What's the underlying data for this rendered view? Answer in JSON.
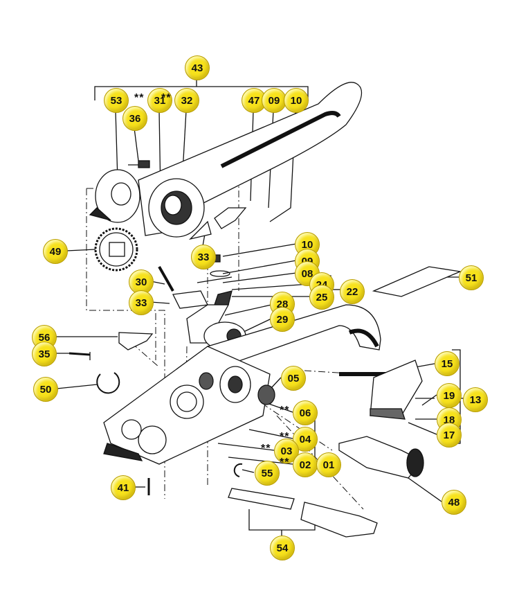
{
  "callouts": [
    {
      "label": "43",
      "starred": false
    },
    {
      "label": "53",
      "starred": false
    },
    {
      "label": "31",
      "starred": true
    },
    {
      "label": "32",
      "starred": true
    },
    {
      "label": "47",
      "starred": false
    },
    {
      "label": "09",
      "starred": false
    },
    {
      "label": "10",
      "starred": false
    },
    {
      "label": "36",
      "starred": false
    },
    {
      "label": "49",
      "starred": false
    },
    {
      "label": "33",
      "starred": false
    },
    {
      "label": "10",
      "starred": false
    },
    {
      "label": "09",
      "starred": false
    },
    {
      "label": "08",
      "starred": false
    },
    {
      "label": "30",
      "starred": false
    },
    {
      "label": "24",
      "starred": false
    },
    {
      "label": "22",
      "starred": false
    },
    {
      "label": "33",
      "starred": false
    },
    {
      "label": "25",
      "starred": false
    },
    {
      "label": "51",
      "starred": false
    },
    {
      "label": "28",
      "starred": false
    },
    {
      "label": "29",
      "starred": false
    },
    {
      "label": "56",
      "starred": false
    },
    {
      "label": "35",
      "starred": false
    },
    {
      "label": "05",
      "starred": false
    },
    {
      "label": "15",
      "starred": false
    },
    {
      "label": "50",
      "starred": false
    },
    {
      "label": "06",
      "starred": true
    },
    {
      "label": "19",
      "starred": false
    },
    {
      "label": "13",
      "starred": false
    },
    {
      "label": "18",
      "starred": false
    },
    {
      "label": "04",
      "starred": true
    },
    {
      "label": "17",
      "starred": false
    },
    {
      "label": "03",
      "starred": true
    },
    {
      "label": "02",
      "starred": true
    },
    {
      "label": "01",
      "starred": false
    },
    {
      "label": "55",
      "starred": false
    },
    {
      "label": "41",
      "starred": false
    },
    {
      "label": "48",
      "starred": false
    },
    {
      "label": "54",
      "starred": false
    }
  ],
  "star_marker": "**",
  "colors": {
    "callout_fill": "#f7e21c",
    "line": "#111111",
    "background": "#ffffff"
  }
}
